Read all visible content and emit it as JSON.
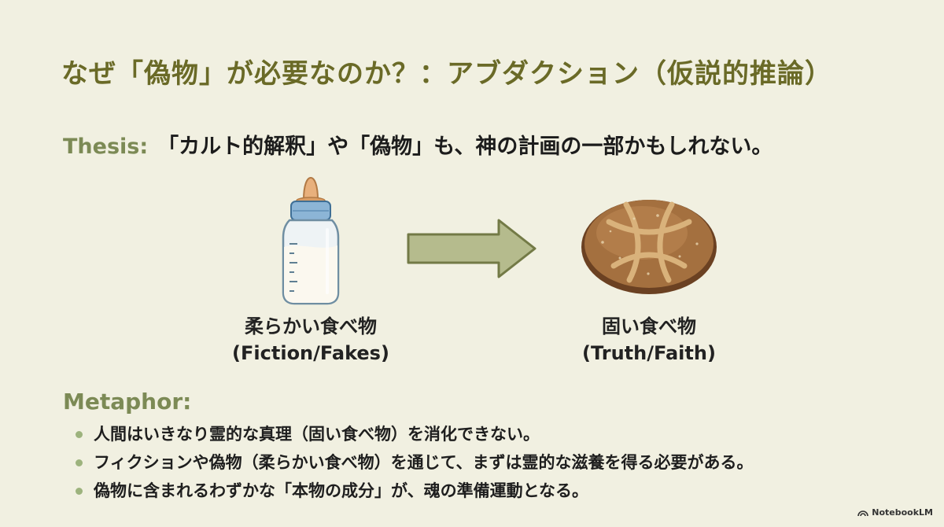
{
  "title": "なぜ「偽物」が必要なのか？：アブダクション（仮説的推論）",
  "thesis": {
    "label": "Thesis:",
    "text": "「カルト的解釈」や「偽物」も、神の計画の一部かもしれない。"
  },
  "illustration": {
    "left": {
      "icon": "baby-bottle-icon",
      "caption_line1": "柔らかい食べ物",
      "caption_line2": "(Fiction/Fakes)"
    },
    "arrow_icon": "right-arrow-icon",
    "right": {
      "icon": "bread-loaf-icon",
      "caption_line1": "固い食べ物",
      "caption_line2": "(Truth/Faith)"
    }
  },
  "metaphor": {
    "label": "Metaphor:",
    "bullets": [
      "人間はいきなり霊的な真理（固い食べ物）を消化できない。",
      "フィクションや偽物（柔らかい食べ物）を通じて、まずは霊的な滋養を得る必要がある。",
      "偽物に含まれるわずかな「本物の成分」が、魂の準備運動となる。"
    ]
  },
  "brand": "NotebookLM",
  "colors": {
    "background": "#f1f0e1",
    "title": "#6a6a27",
    "accent": "#7c8a55",
    "bullet": "#9db37d"
  }
}
